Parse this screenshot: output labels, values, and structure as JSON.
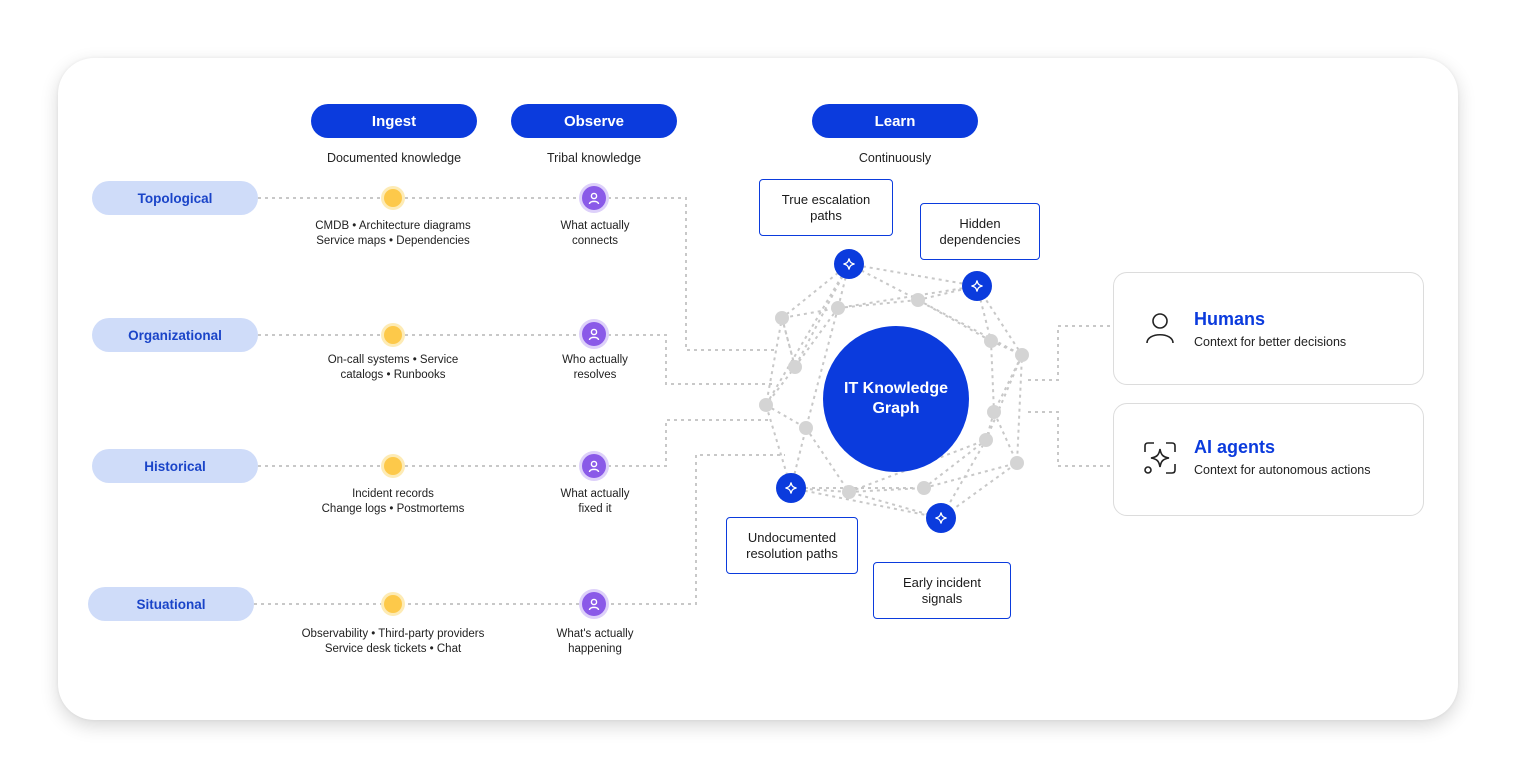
{
  "headers": [
    {
      "label": "Ingest",
      "subtitle": "Documented knowledge"
    },
    {
      "label": "Observe",
      "subtitle": "Tribal knowledge"
    },
    {
      "label": "Learn",
      "subtitle": "Continuously"
    }
  ],
  "rows": [
    {
      "category": "Topological",
      "ingest": [
        "CMDB • Architecture diagrams",
        "Service maps • Dependencies"
      ],
      "observe": [
        "What actually",
        "connects"
      ]
    },
    {
      "category": "Organizational",
      "ingest": [
        "On-call systems • Service",
        "catalogs • Runbooks"
      ],
      "observe": [
        "Who actually",
        "resolves"
      ]
    },
    {
      "category": "Historical",
      "ingest": [
        "Incident records",
        "Change logs • Postmortems"
      ],
      "observe": [
        "What actually",
        "fixed it"
      ]
    },
    {
      "category": "Situational",
      "ingest": [
        "Observability • Third-party providers",
        "Service desk tickets • Chat"
      ],
      "observe": [
        "What's actually",
        "happening"
      ]
    }
  ],
  "graph": {
    "center": [
      "IT Knowledge",
      "Graph"
    ],
    "insights": [
      [
        "True escalation",
        "paths"
      ],
      [
        "Hidden",
        "dependencies"
      ],
      [
        "Undocumented",
        "resolution paths"
      ],
      [
        "Early incident",
        "signals"
      ]
    ]
  },
  "outputs": [
    {
      "title": "Humans",
      "subtitle": "Context for better decisions",
      "icon": "person-icon"
    },
    {
      "title": "AI agents",
      "subtitle": "Context for autonomous actions",
      "icon": "ai-sparkle-icon"
    }
  ],
  "colors": {
    "primary": "#0b3bdd",
    "category_bg": "#cfdcf9",
    "ingest_dot": "#fdc94a",
    "observe_dot": "#8a5ae8",
    "node_gray": "#d4d4d4"
  }
}
